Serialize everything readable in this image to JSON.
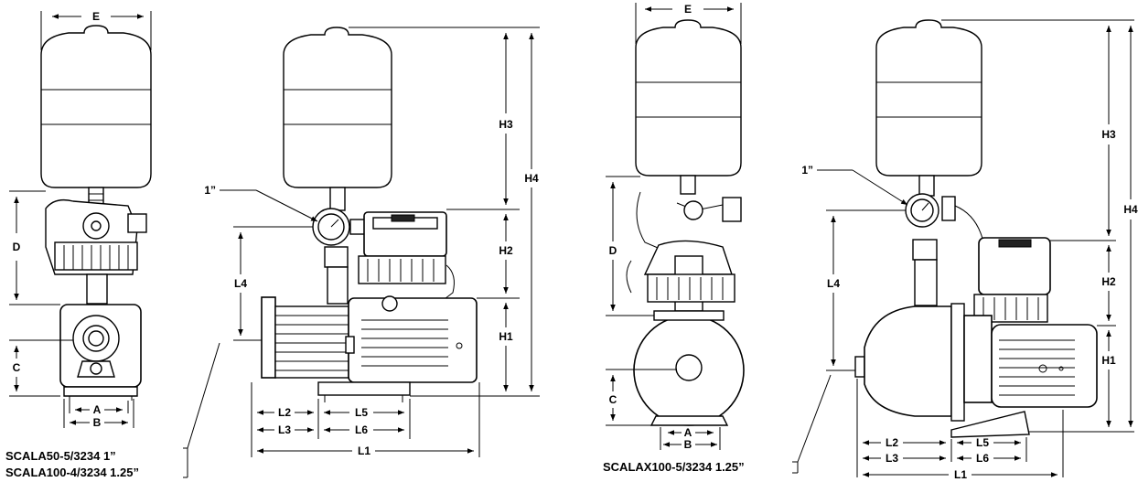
{
  "labels": {
    "E": "E",
    "D": "D",
    "C": "C",
    "A": "A",
    "B": "B",
    "H1": "H1",
    "H2": "H2",
    "H3": "H3",
    "H4": "H4",
    "L1": "L1",
    "L2": "L2",
    "L3": "L3",
    "L4": "L4",
    "L5": "L5",
    "L6": "L6",
    "port": "1”"
  },
  "models": {
    "left_line1": "SCALA50-5/3234 1”",
    "left_line2": "SCALA100-4/3234 1.25”",
    "right_line1": "SCALAX100-5/3234 1.25”"
  }
}
